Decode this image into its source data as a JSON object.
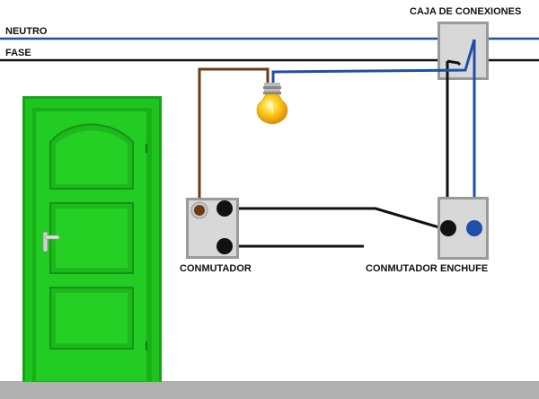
{
  "labels": {
    "neutro": "NEUTRO",
    "fase": "FASE",
    "caja": "CAJA DE CONEXIONES",
    "conmutador_left": "CONMUTADOR",
    "conmutador_right": "CONMUTADOR",
    "enchufe": "ENCHUFE"
  },
  "colors": {
    "neutral_wire": "#1f4fa8",
    "phase_wire": "#111111",
    "brown_wire": "#6b3a12",
    "door_green": "#1fc41f",
    "door_dark": "#17a317",
    "box_gray": "#d8d8d8",
    "floor_gray": "#b0b0b0",
    "bulb_yellow": "#ffd21c"
  },
  "icons": [
    "light-bulb-icon",
    "door-icon"
  ]
}
